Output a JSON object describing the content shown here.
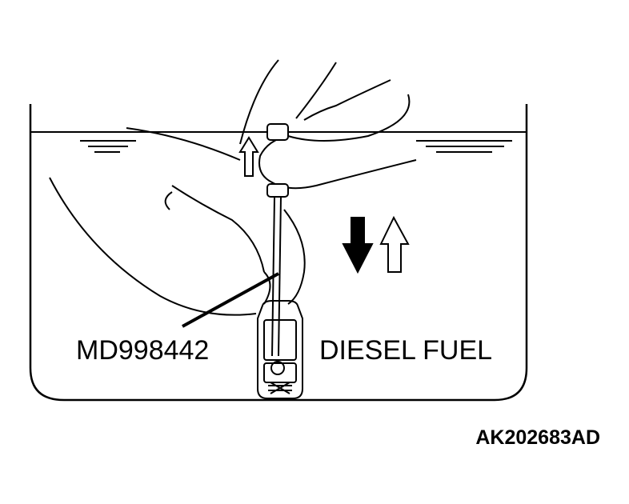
{
  "diagram": {
    "labels": {
      "tool": "MD998442",
      "liquid": "DIESEL FUEL",
      "figure_id": "AK202683AD"
    },
    "arrows": {
      "small_up_arrow": "up",
      "down_arrow": "down",
      "up_arrow": "up"
    },
    "colors": {
      "line": "#000000",
      "background": "#ffffff"
    }
  }
}
